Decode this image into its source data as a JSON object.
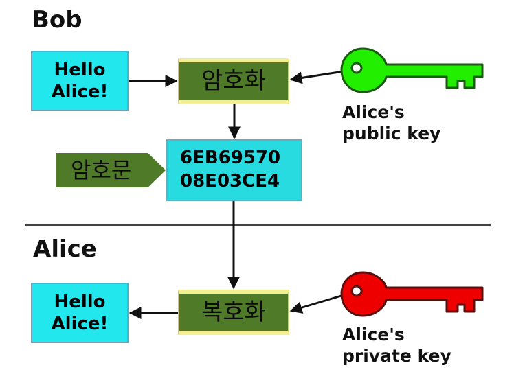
{
  "sections": {
    "sender": "Bob",
    "receiver": "Alice"
  },
  "plaintext_top": [
    "Hello",
    "Alice!"
  ],
  "encrypt_label": "암호화",
  "public_key_label": [
    "Alice's",
    "public key"
  ],
  "ciphertext_tag": "암호문",
  "ciphertext": [
    "6EB69570",
    "08E03CE4"
  ],
  "decrypt_label": "복호화",
  "private_key_label": [
    "Alice's",
    "private key"
  ],
  "plaintext_bottom": [
    "Hello",
    "Alice!"
  ],
  "colors": {
    "plaintext_fill": "#22e8ee",
    "process_fill": "#4f7a28",
    "public_key": "#22ee00",
    "private_key": "#ee0000"
  }
}
